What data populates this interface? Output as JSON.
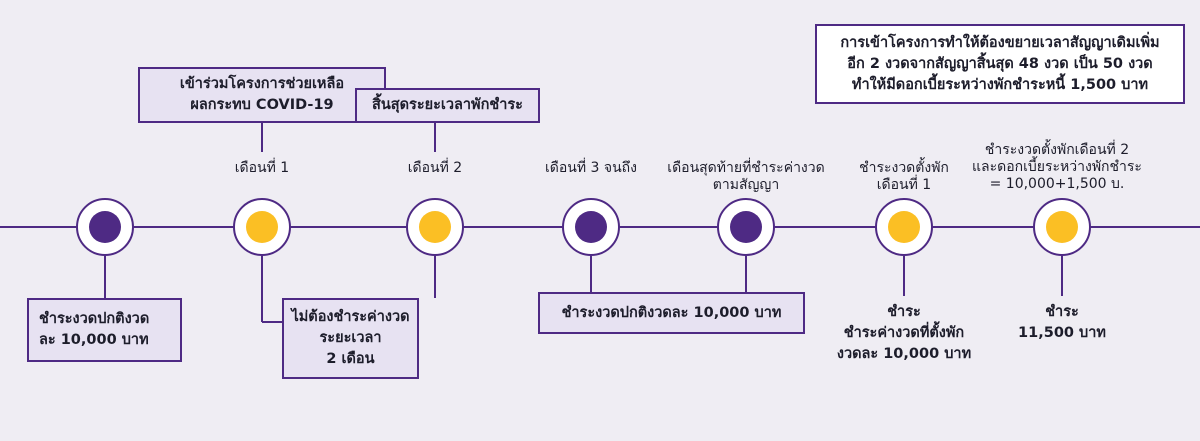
{
  "colors": {
    "purple": "#4e2a84",
    "yellow": "#fbbf24",
    "box_fill": "#e7e2f2",
    "background": "#efedf3"
  },
  "nodes": [
    {
      "color": "purple"
    },
    {
      "color": "yellow"
    },
    {
      "color": "yellow"
    },
    {
      "color": "purple"
    },
    {
      "color": "purple"
    },
    {
      "color": "yellow"
    },
    {
      "color": "yellow"
    }
  ],
  "top_boxes": {
    "join_program": [
      "เข้าร่วมโครงการช่วยเหลือ",
      "ผลกระทบ COVID-19"
    ],
    "end_of_pause": [
      "สิ้นสุดระยะเวลาพักชำระ"
    ],
    "note": [
      "การเข้าโครงการทำให้ต้องขยายเวลาสัญญาเดิมเพิ่ม",
      "อีก 2 งวดจากสัญญาสิ้นสุด 48 งวด เป็น 50 งวด",
      "ทำให้มีดอกเบี้ยระหว่างพักชำระหนี้ 1,500 บาท"
    ]
  },
  "top_labels": {
    "month1": [
      "เดือนที่ 1"
    ],
    "month2": [
      "เดือนที่ 2"
    ],
    "month3": [
      "เดือนที่ 3 จนถึง"
    ],
    "last_month": [
      "เดือนสุดท้ายที่ชำระค่างวด",
      "ตามสัญญา"
    ],
    "deferred_month1": [
      "ชำระงวดตั้งพัก",
      "เดือนที่ 1"
    ],
    "deferred_month2": [
      "ชำระงวดตั้งพักเดือนที่ 2",
      "และดอกเบี้ยระหว่างพักชำระ",
      "= 10,000+1,500 บ."
    ]
  },
  "bottom_boxes": {
    "normal_pay1": [
      "ชำระงวดปกติงวด",
      "ละ 10,000 บาท"
    ],
    "no_pay": [
      "ไม่ต้องชำระค่างวด",
      "ระยะเวลา",
      "2 เดือน"
    ],
    "normal_pay2": [
      "ชำระงวดปกติงวดละ 10,000 บาท"
    ]
  },
  "bottom_labels": {
    "pay_deferred1": [
      "ชำระ",
      "ชำระค่างวดที่ตั้งพัก",
      "งวดละ 10,000 บาท"
    ],
    "pay_deferred2": [
      "ชำระ",
      "11,500 บาท"
    ]
  }
}
